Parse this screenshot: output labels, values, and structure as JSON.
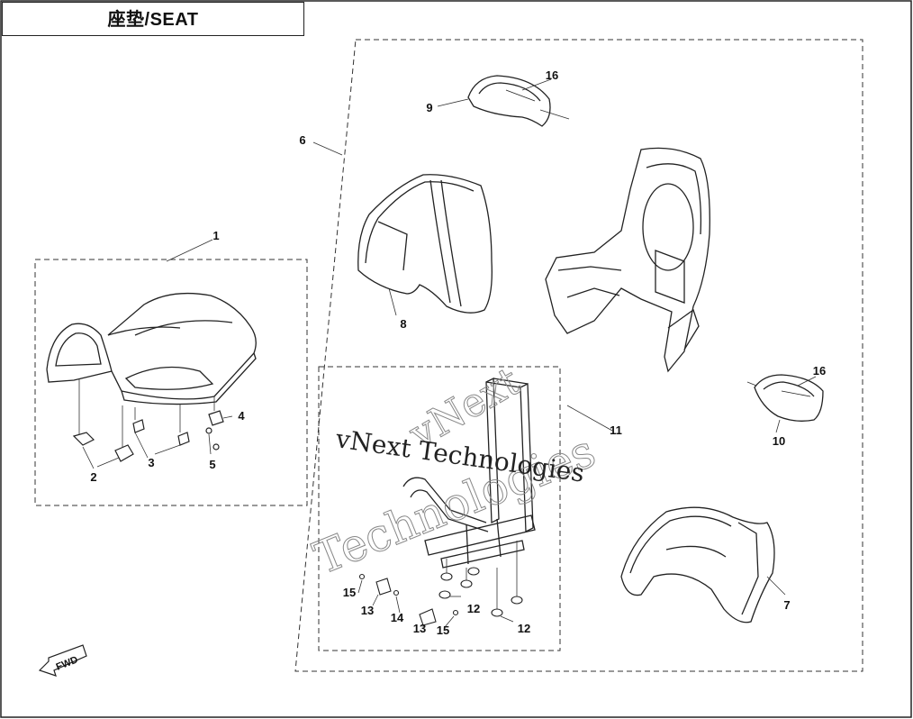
{
  "title": "座垫/SEAT",
  "watermark": {
    "line1": "vNext",
    "line2": "Technologies",
    "inline": "vNext Technologies"
  },
  "fwd_label": "FWD",
  "callouts": [
    {
      "id": "c1",
      "label": "1"
    },
    {
      "id": "c2",
      "label": "2"
    },
    {
      "id": "c3",
      "label": "3"
    },
    {
      "id": "c4",
      "label": "4"
    },
    {
      "id": "c5",
      "label": "5"
    },
    {
      "id": "c6",
      "label": "6"
    },
    {
      "id": "c7",
      "label": "7"
    },
    {
      "id": "c8",
      "label": "8"
    },
    {
      "id": "c9",
      "label": "9"
    },
    {
      "id": "c10",
      "label": "10"
    },
    {
      "id": "c11",
      "label": "11"
    },
    {
      "id": "c12a",
      "label": "12"
    },
    {
      "id": "c12b",
      "label": "12"
    },
    {
      "id": "c13a",
      "label": "13"
    },
    {
      "id": "c13b",
      "label": "13"
    },
    {
      "id": "c14",
      "label": "14"
    },
    {
      "id": "c15a",
      "label": "15"
    },
    {
      "id": "c15b",
      "label": "15"
    },
    {
      "id": "c16a",
      "label": "16"
    },
    {
      "id": "c16b",
      "label": "16"
    }
  ]
}
